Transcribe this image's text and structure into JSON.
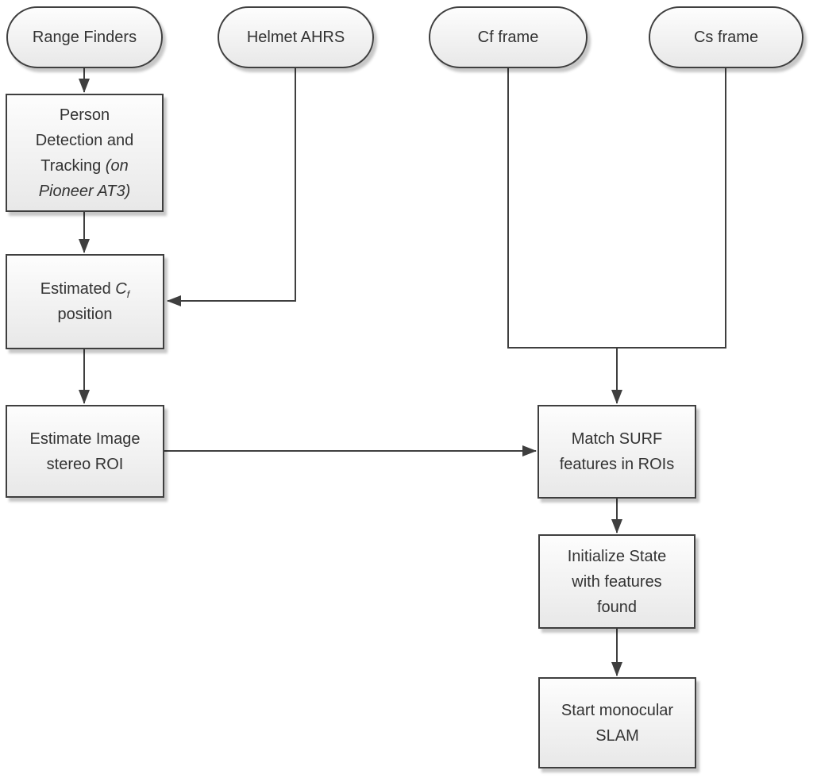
{
  "diagram": {
    "type": "flowchart",
    "terminals": {
      "range_finders": {
        "label": "Range Finders"
      },
      "helmet_ahrs": {
        "label": "Helmet AHRS"
      },
      "cf_frame": {
        "label": "Cf frame"
      },
      "cs_frame": {
        "label": "Cs frame"
      }
    },
    "processes": {
      "person_detection": {
        "lines": [
          "Person",
          "Detection and"
        ],
        "line3_regular": "Tracking ",
        "line3_italic": "(on",
        "line4_italic": "Pioneer AT3)"
      },
      "estimated_cf": {
        "prefix": "Estimated ",
        "symbol": "C",
        "subscript": "f",
        "line2": "position"
      },
      "estimate_roi": {
        "lines": [
          "Estimate Image",
          "stereo ROI"
        ]
      },
      "match_surf": {
        "lines": [
          "Match SURF",
          "features in ROIs"
        ]
      },
      "initialize_state": {
        "lines": [
          "Initialize State",
          "with features",
          "found"
        ]
      },
      "start_slam": {
        "lines": [
          "Start monocular",
          "SLAM"
        ]
      }
    },
    "edges": [
      {
        "from": "Range Finders",
        "to": "Person Detection and Tracking (on Pioneer AT3)"
      },
      {
        "from": "Person Detection and Tracking (on Pioneer AT3)",
        "to": "Estimated Cf position"
      },
      {
        "from": "Helmet AHRS",
        "to": "Estimated Cf position"
      },
      {
        "from": "Estimated Cf position",
        "to": "Estimate Image stereo ROI"
      },
      {
        "from": "Estimate Image stereo ROI",
        "to": "Match SURF features in ROIs"
      },
      {
        "from": "Cf frame",
        "to": "Match SURF features in ROIs"
      },
      {
        "from": "Cs frame",
        "to": "Match SURF features in ROIs"
      },
      {
        "from": "Match SURF features in ROIs",
        "to": "Initialize State with features found"
      },
      {
        "from": "Initialize State with features found",
        "to": "Start monocular SLAM"
      }
    ],
    "colors": {
      "node_border": "#3f3f3f",
      "connector": "#3f3f3f",
      "node_fill_top": "#fdfdfd",
      "node_fill_bottom": "#e8e8e8",
      "text": "#333333",
      "background": "#ffffff"
    }
  }
}
